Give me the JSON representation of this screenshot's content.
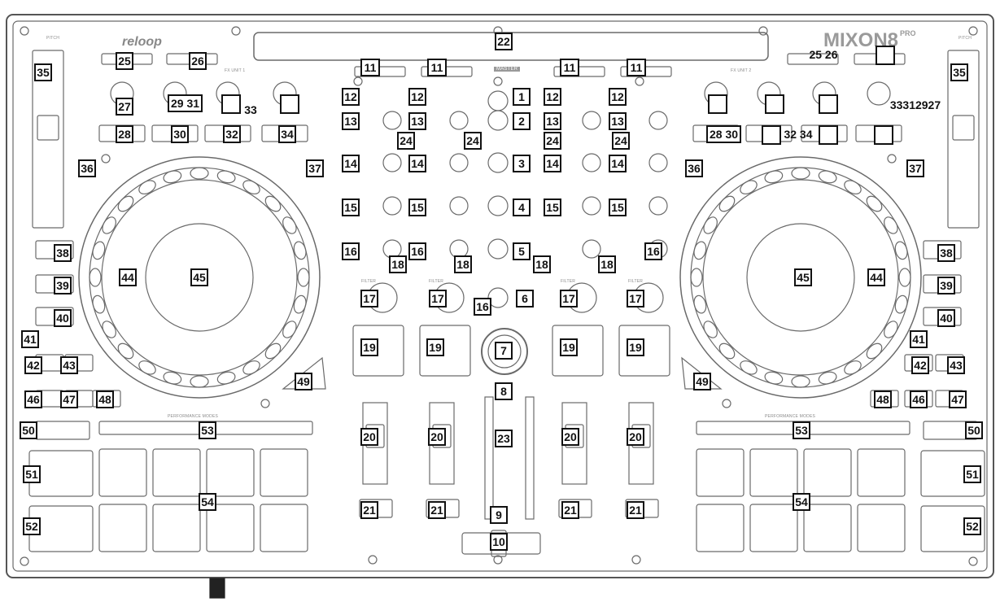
{
  "device": {
    "brand_logo": "reloop",
    "model_name": "MIXON8",
    "model_suffix": "PRO",
    "printed_labels": {
      "fx_unit_1": "FX UNIT 1",
      "fx_unit_2": "FX UNIT 2",
      "master": "MASTER",
      "filter": "FILTER",
      "performance_modes": "PERFORMANCE MODES",
      "pitch": "PITCH"
    }
  },
  "callouts": {
    "c1": "1",
    "c2": "2",
    "c3": "3",
    "c4": "4",
    "c5": "5",
    "c6": "6",
    "c7": "7",
    "c8": "8",
    "c9": "9",
    "c10": "10",
    "c11": "11",
    "c12": "12",
    "c13": "13",
    "c14": "14",
    "c15": "15",
    "c16": "16",
    "c17": "17",
    "c18": "18",
    "c19": "19",
    "c20": "20",
    "c21": "21",
    "c22": "22",
    "c23": "23",
    "c24": "24",
    "c25": "25",
    "c26": "26",
    "c27": "27",
    "c28": "28",
    "c29_31": "29 31",
    "c30": "30",
    "c32": "32",
    "c33": "33",
    "c34": "34",
    "c35": "35",
    "c36": "36",
    "c37": "37",
    "c38": "38",
    "c39": "39",
    "c40": "40",
    "c41": "41",
    "c42": "42",
    "c43": "43",
    "c44": "44",
    "c45": "45",
    "c46": "46",
    "c47": "47",
    "c48": "48",
    "c49": "49",
    "c50": "50",
    "c51": "51",
    "c52": "52",
    "c53": "53",
    "c54": "54",
    "c25_26": "25 26",
    "c28_30": "28 30",
    "c32_34": "32 34",
    "c33312927": "33312927"
  }
}
